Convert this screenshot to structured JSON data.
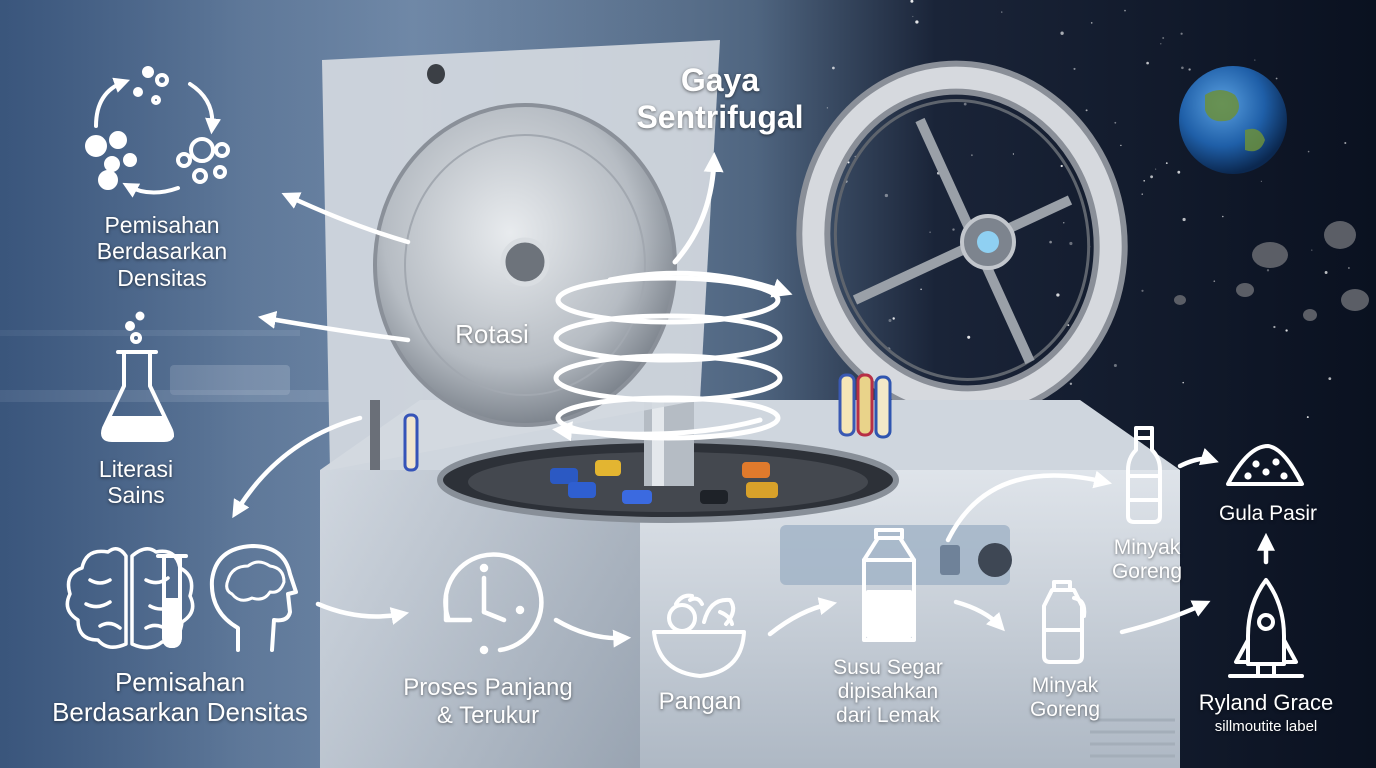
{
  "colors": {
    "lab_bg": "#6f8aa8",
    "space_bg": "#0c1424",
    "line": "#ffffff"
  },
  "labels": {
    "gaya": [
      "Gaya",
      "Sentrifugal"
    ],
    "rotasi": "Rotasi",
    "pemisahan_top": [
      "Pemisahan",
      "Berdasarkan",
      "Densitas"
    ],
    "literasi": [
      "Literasi",
      "Sains"
    ],
    "pemisahan_bottom": [
      "Pemisahan",
      "Berdasarkan Densitas"
    ],
    "proses": [
      "Proses Panjang",
      "& Terukur"
    ],
    "pangan": "Pangan",
    "susu": [
      "Susu Segar",
      "dipisahkan",
      "dari Lemak"
    ],
    "minyak_bottom": [
      "Minyak",
      "Goreng"
    ],
    "minyak_top": [
      "Minyak",
      "Goreng"
    ],
    "gula": "Gula Pasir",
    "ryland": "Ryland Grace",
    "ryland_sub": "sillmoutite label"
  },
  "icons": [
    "particles-cycle-icon",
    "flask-icon",
    "brain-icon",
    "test-tube-icon",
    "head-profile-icon",
    "clock-icon",
    "food-bowl-icon",
    "milk-carton-icon",
    "oil-jug-icon",
    "oil-bottle-icon",
    "sugar-pile-icon",
    "rocket-icon",
    "planet-earth-icon",
    "space-station-icon",
    "centrifuge-icon"
  ]
}
